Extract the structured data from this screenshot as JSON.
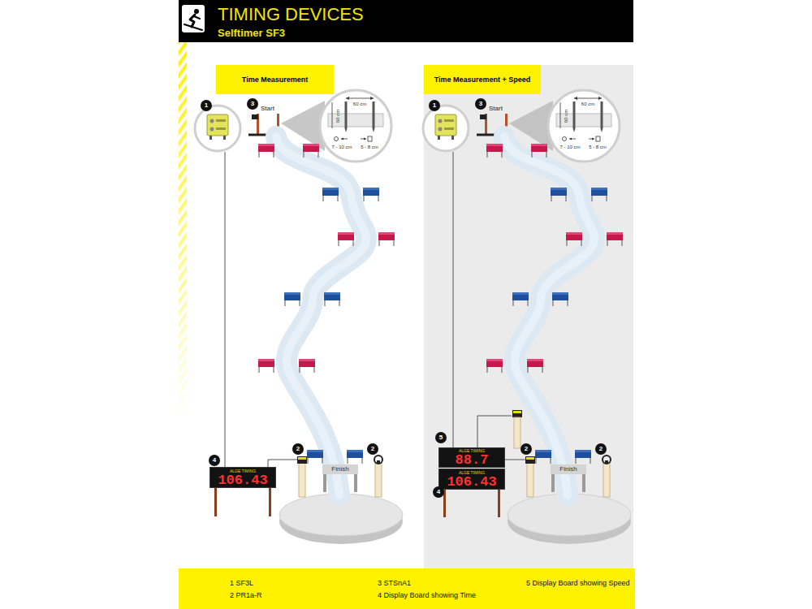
{
  "diagram": {
    "title": "TIMING DEVICES",
    "nodes": [
      {
        "text": [
          "Time Measurement"
        ]
      },
      {
        "text": [
          "Finish"
        ]
      },
      {
        "text": [
          "ALGE TIMING",
          "106.43"
        ]
      },
      {
        "text": [
          "Time Measurement + Speed"
        ]
      },
      {
        "text": [
          "ALGE TIMING",
          "88.7"
        ]
      },
      {
        "text": [
          "Finish"
        ]
      },
      {
        "text": [
          "ALGE TIMING",
          "106.43"
        ]
      },
      {
        "text": [
          "1 SF3L",
          "2 PR1a-R",
          "3 STSnA1",
          "4 Display Board showing Time",
          "5 Display Board showing Speed"
        ]
      }
    ],
    "labels": [
      "Selftimer SF3",
      "1",
      "3",
      "Start",
      "60 cm",
      "60 cm",
      "7 - 10 cm",
      "5 - 8 cm",
      "2",
      "2",
      "4",
      "1",
      "3",
      "Start",
      "60 cm",
      "60 cm",
      "7 - 10 cm",
      "5 - 8 cm",
      "5",
      "2",
      "2",
      "4"
    ]
  }
}
